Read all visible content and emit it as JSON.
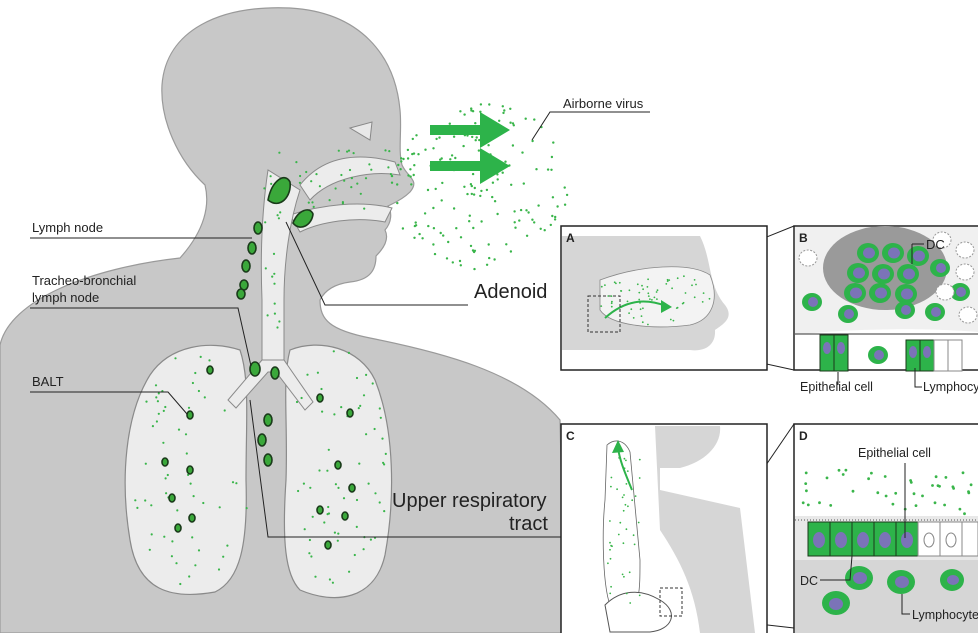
{
  "labels": {
    "airborne_virus": "Airborne virus",
    "lymph_node": "Lymph node",
    "tracheo_bronchial_line1": "Tracheo-bronchial",
    "tracheo_bronchial_line2": "lymph node",
    "balt": "BALT",
    "adenoid": "Adenoid",
    "upper_respiratory_line1": "Upper respiratory",
    "upper_respiratory_line2": "tract"
  },
  "panels": {
    "A": {
      "letter": "A"
    },
    "B": {
      "letter": "B",
      "dc": "DC",
      "epithelial": "Epithelial cell",
      "lymphocyte": "Lymphocyte"
    },
    "C": {
      "letter": "C"
    },
    "D": {
      "letter": "D",
      "epithelial": "Epithelial cell",
      "dc": "DC",
      "lymphocyte": "Lymphocyte"
    }
  },
  "colors": {
    "body_gray": "#c8c8c8",
    "airway_light": "#ececec",
    "node_green": "#3aa83a",
    "dot_green": "#39b54a",
    "arrow_green": "#2db34a",
    "cell_purple": "#7b73b8"
  }
}
